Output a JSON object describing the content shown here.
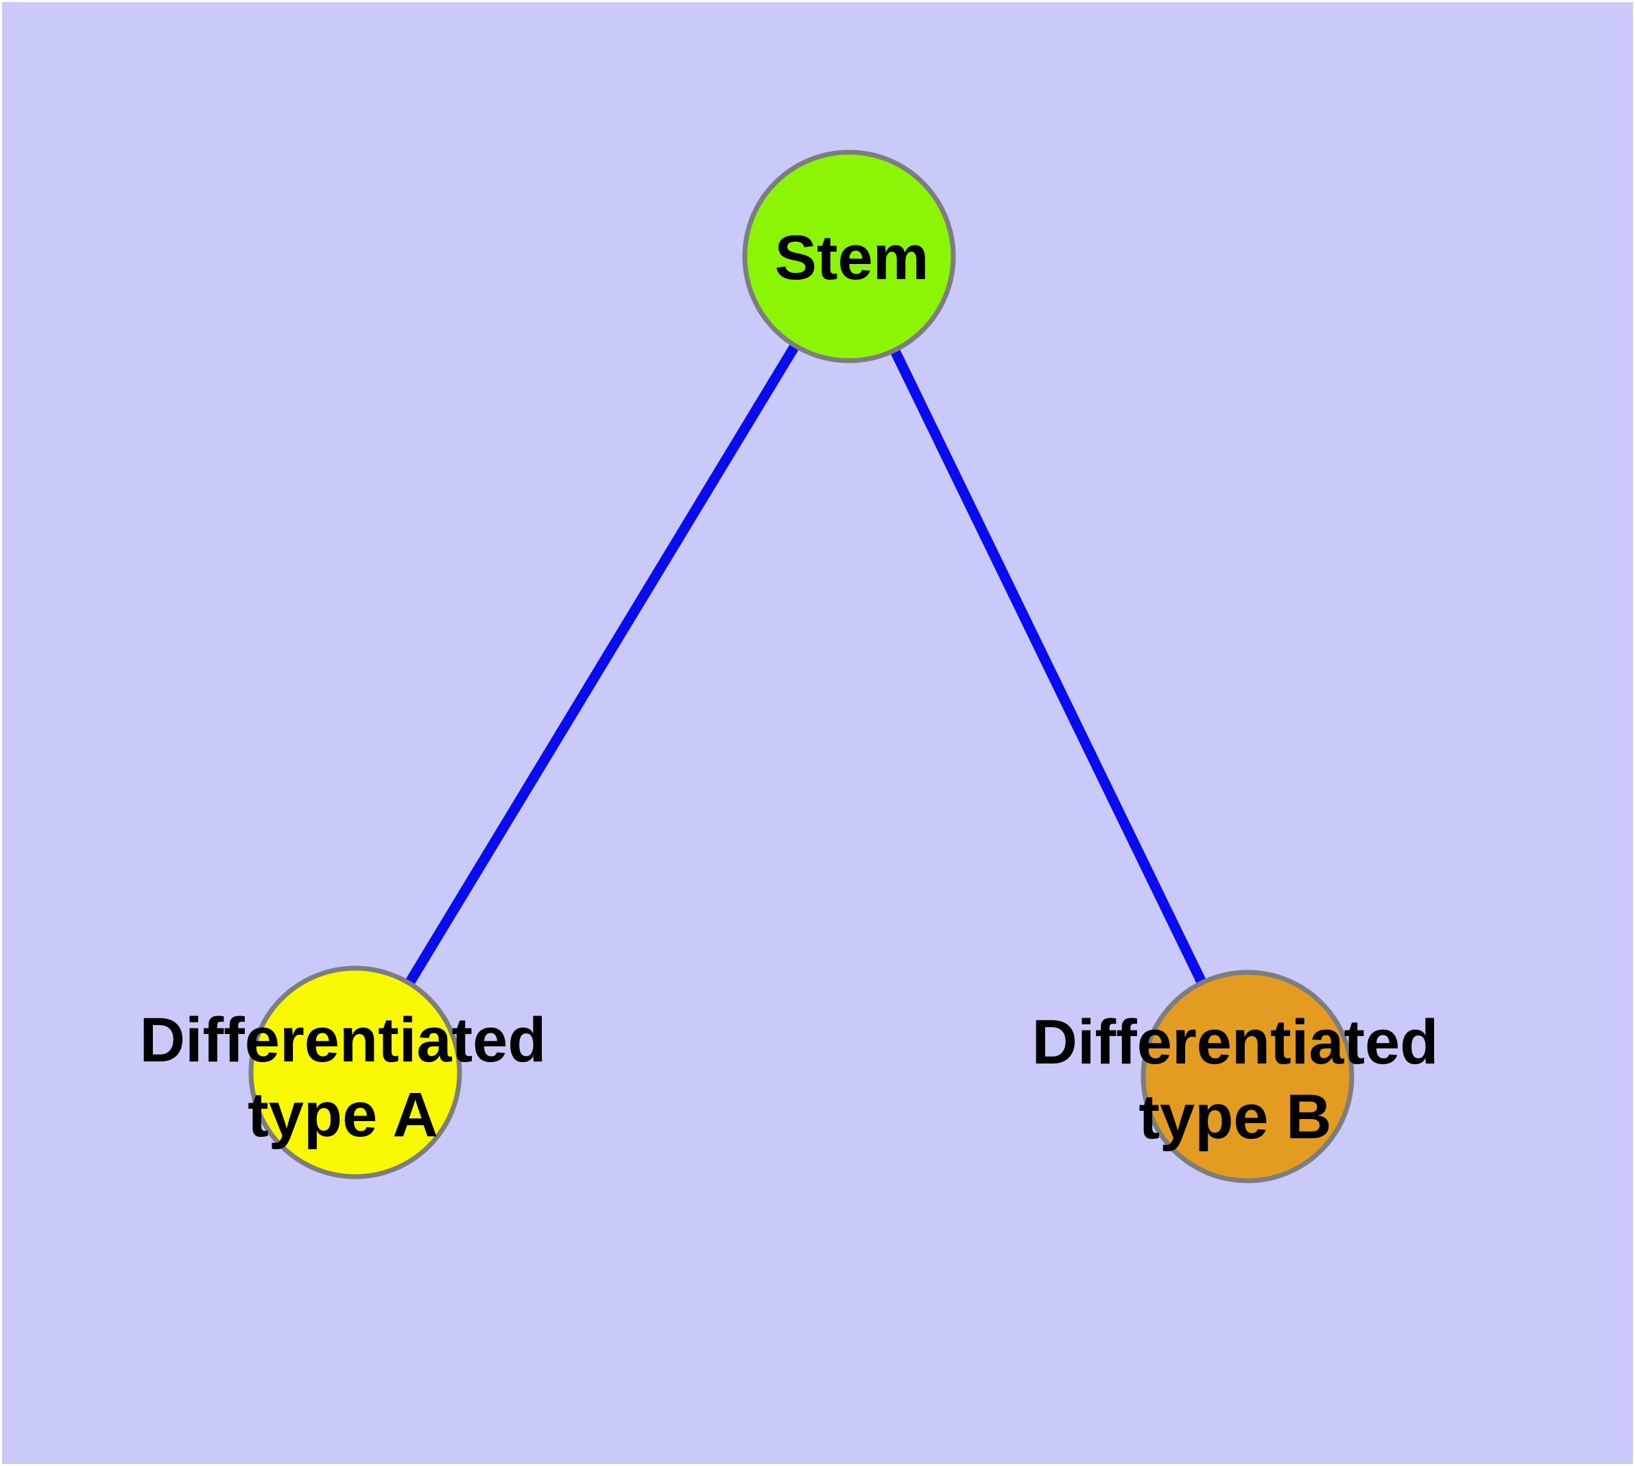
{
  "diagram": {
    "description": "Stem cell differentiation graph",
    "background_color": "#c9c9fa",
    "node_border_color": "#7d7d7d",
    "edge_color": "#0b0bf0",
    "nodes": {
      "stem": {
        "label": "Stem",
        "fill": "#8cf405"
      },
      "type_a": {
        "label_line1": "Differentiated",
        "label_line2": "type A",
        "fill": "#f8f800"
      },
      "type_b": {
        "label_line1": "Differentiated",
        "label_line2": "type B",
        "fill": "#e49b21"
      }
    },
    "edges": [
      {
        "from": "Stem",
        "to": "Differentiated type A"
      },
      {
        "from": "Stem",
        "to": "Differentiated type B"
      }
    ]
  }
}
